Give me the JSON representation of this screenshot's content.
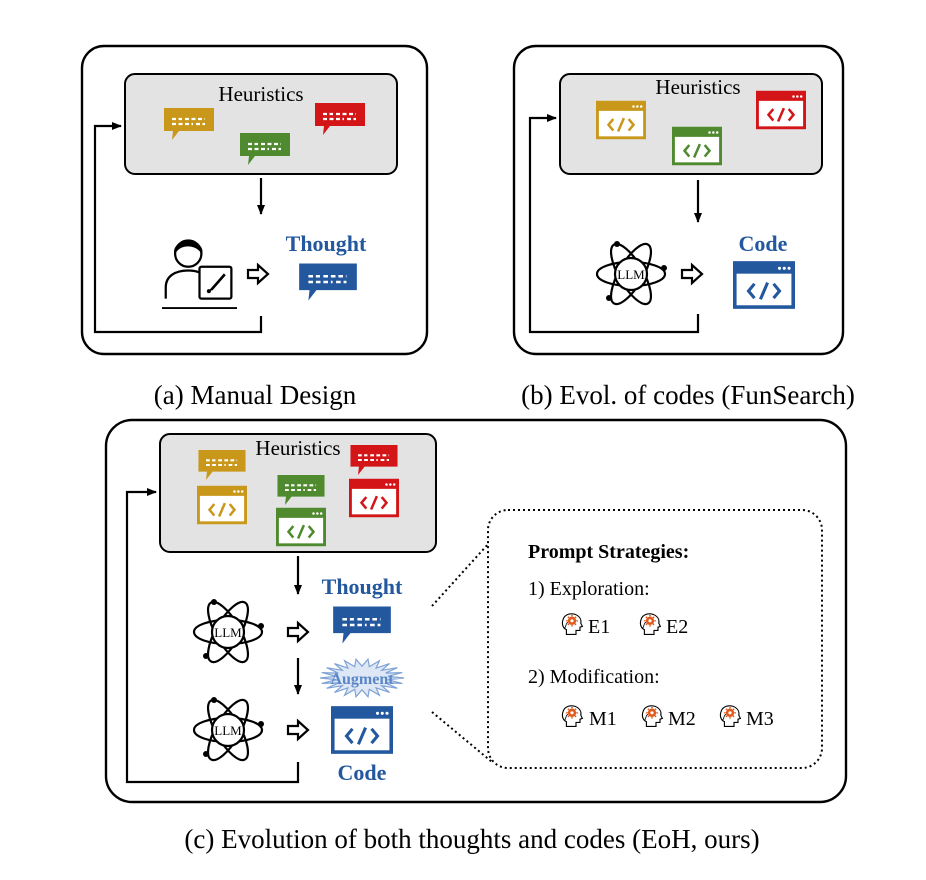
{
  "panel_a": {
    "heuristics_label": "Heuristics",
    "output_label": "Thought",
    "caption": "(a) Manual Design"
  },
  "panel_b": {
    "heuristics_label": "Heuristics",
    "engine_label": "LLM",
    "output_label": "Code",
    "caption": "(b) Evol. of codes (FunSearch)"
  },
  "panel_c": {
    "heuristics_label": "Heuristics",
    "engine_label": "LLM",
    "thought_label": "Thought",
    "augment_label": "Augment",
    "code_label": "Code",
    "caption": "(c) Evolution of both thoughts and codes (EoH, ours)",
    "strategies": {
      "title": "Prompt Strategies:",
      "exploration_label": "1) Exploration:",
      "exploration_items": [
        "E1",
        "E2"
      ],
      "modification_label": "2) Modification:",
      "modification_items": [
        "M1",
        "M2",
        "M3"
      ]
    }
  },
  "colors": {
    "yellow": "#C9981A",
    "green": "#4F8A2E",
    "red": "#D41518",
    "blue": "#23589E",
    "panel_gray": "#E3E3E3",
    "augment": "#7FA3D6"
  },
  "icons": [
    "chat-bubble-icon",
    "code-window-icon",
    "designer-icon",
    "llm-atom-icon",
    "brain-gear-icon",
    "hollow-arrow-icon"
  ]
}
